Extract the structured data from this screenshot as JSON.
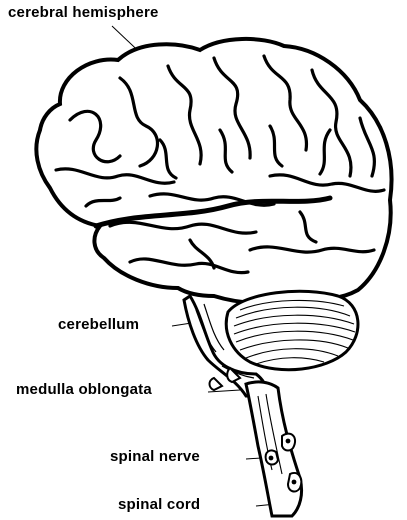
{
  "labels": {
    "cerebral_hemisphere": "cerebral hemisphere",
    "cerebellum": "cerebellum",
    "medulla_oblongata": "medulla oblongata",
    "spinal_nerve": "spinal nerve",
    "spinal_cord": "spinal cord"
  },
  "colors": {
    "ink": "#000000",
    "paper": "#ffffff"
  }
}
